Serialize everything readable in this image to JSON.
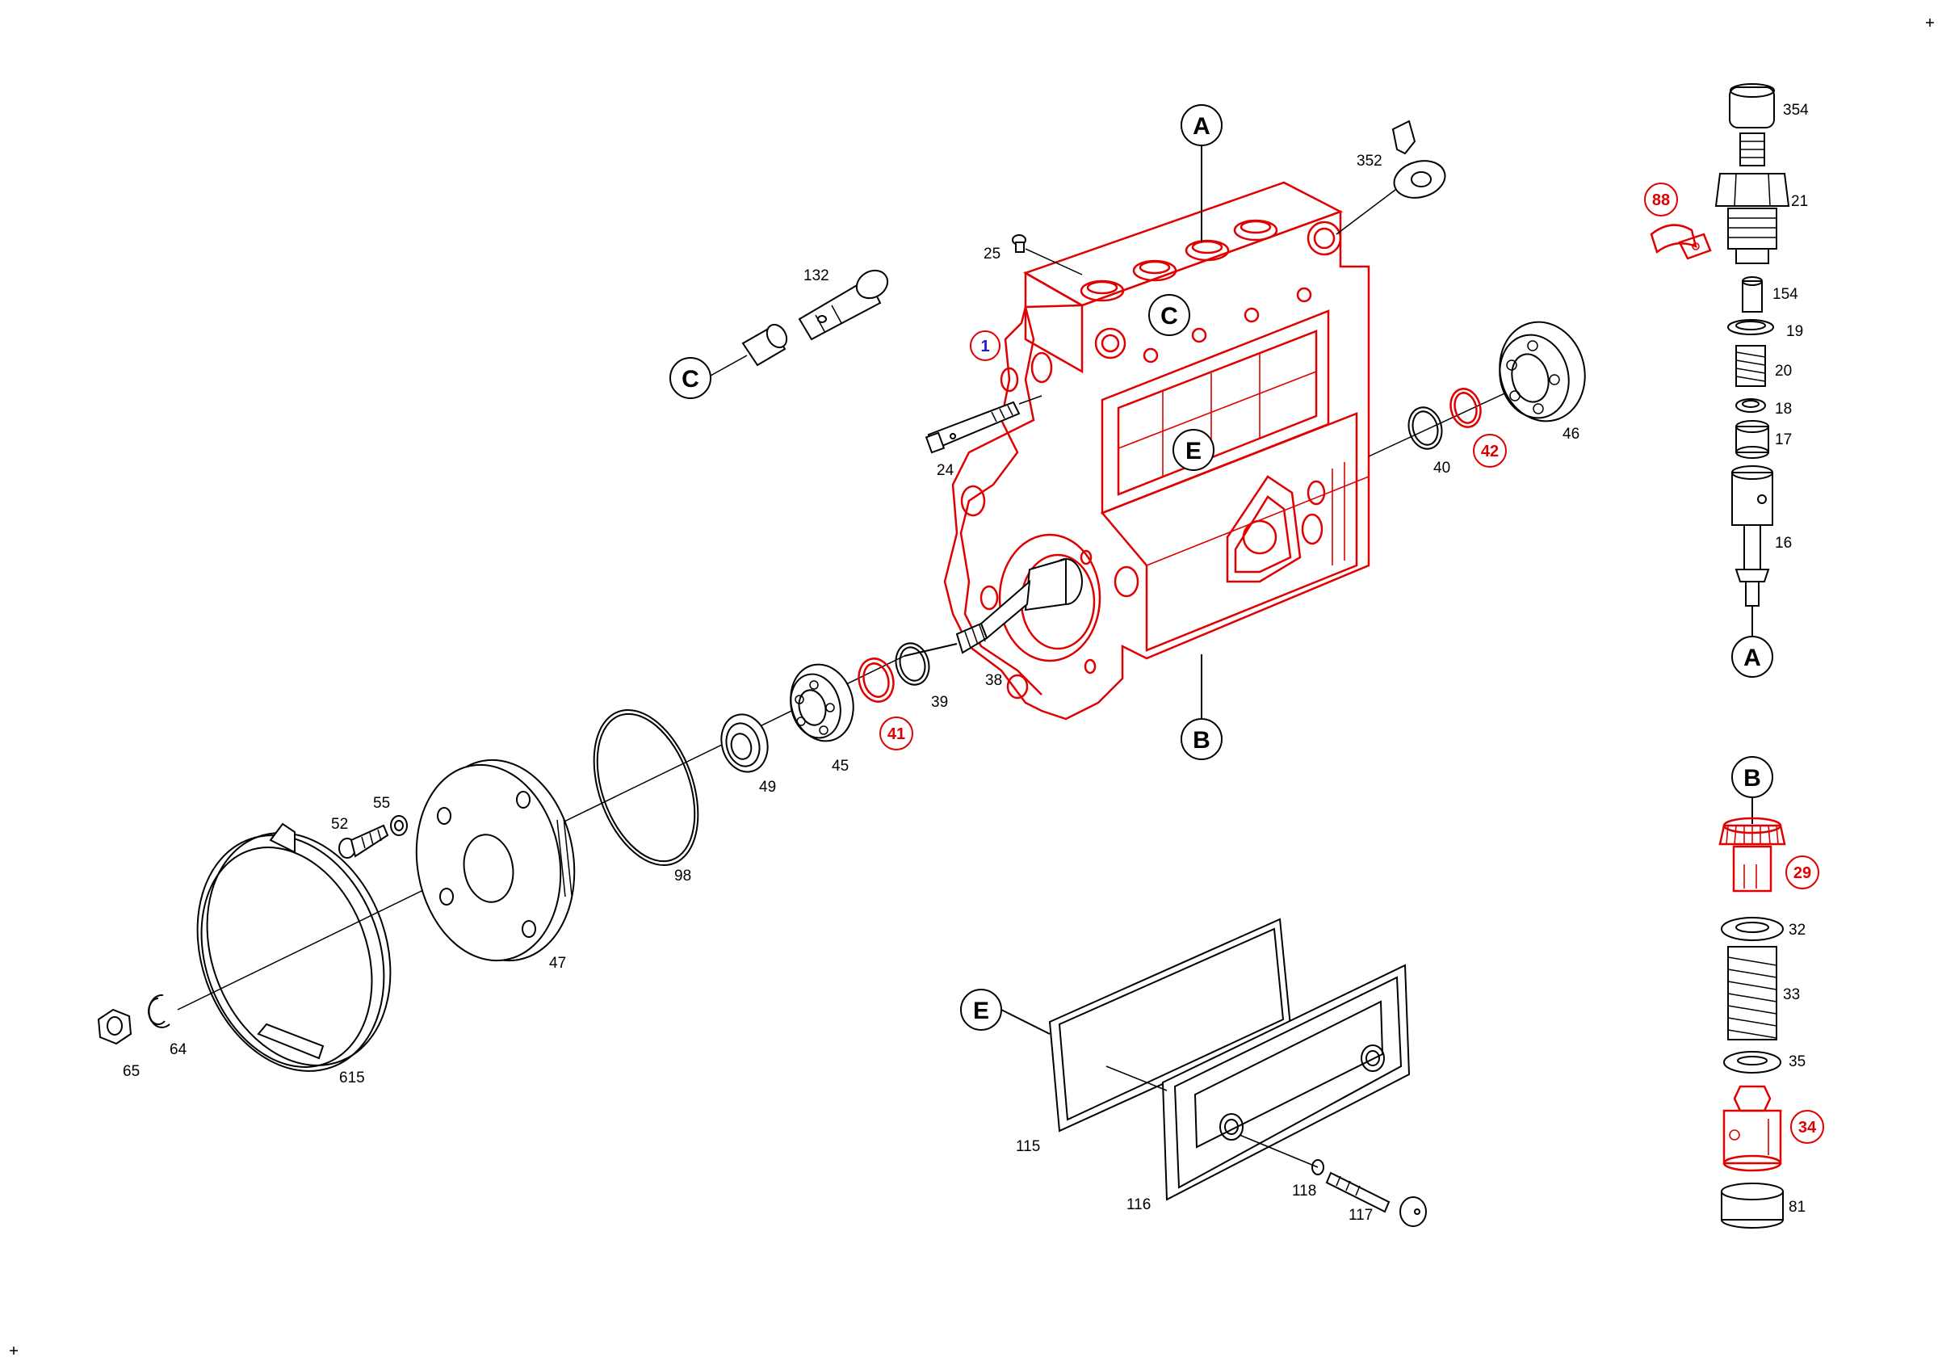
{
  "parts": {
    "p1": "1",
    "p16": "16",
    "p17": "17",
    "p18": "18",
    "p19": "19",
    "p20": "20",
    "p21": "21",
    "p24": "24",
    "p25": "25",
    "p29": "29",
    "p32": "32",
    "p33": "33",
    "p34": "34",
    "p35": "35",
    "p38": "38",
    "p39": "39",
    "p40": "40",
    "p41": "41",
    "p42": "42",
    "p45": "45",
    "p46": "46",
    "p47": "47",
    "p49": "49",
    "p52": "52",
    "p55": "55",
    "p64": "64",
    "p65": "65",
    "p81": "81",
    "p88": "88",
    "p98": "98",
    "p115": "115",
    "p116": "116",
    "p117": "117",
    "p118": "118",
    "p132": "132",
    "p154": "154",
    "p352": "352",
    "p354": "354",
    "p615": "615"
  },
  "callouts": {
    "a": "A",
    "b": "B",
    "c": "C",
    "e": "E"
  },
  "colors": {
    "highlight_red": "#e00000",
    "main_part_blue": "#1a1ae0",
    "line_black": "#000000"
  }
}
